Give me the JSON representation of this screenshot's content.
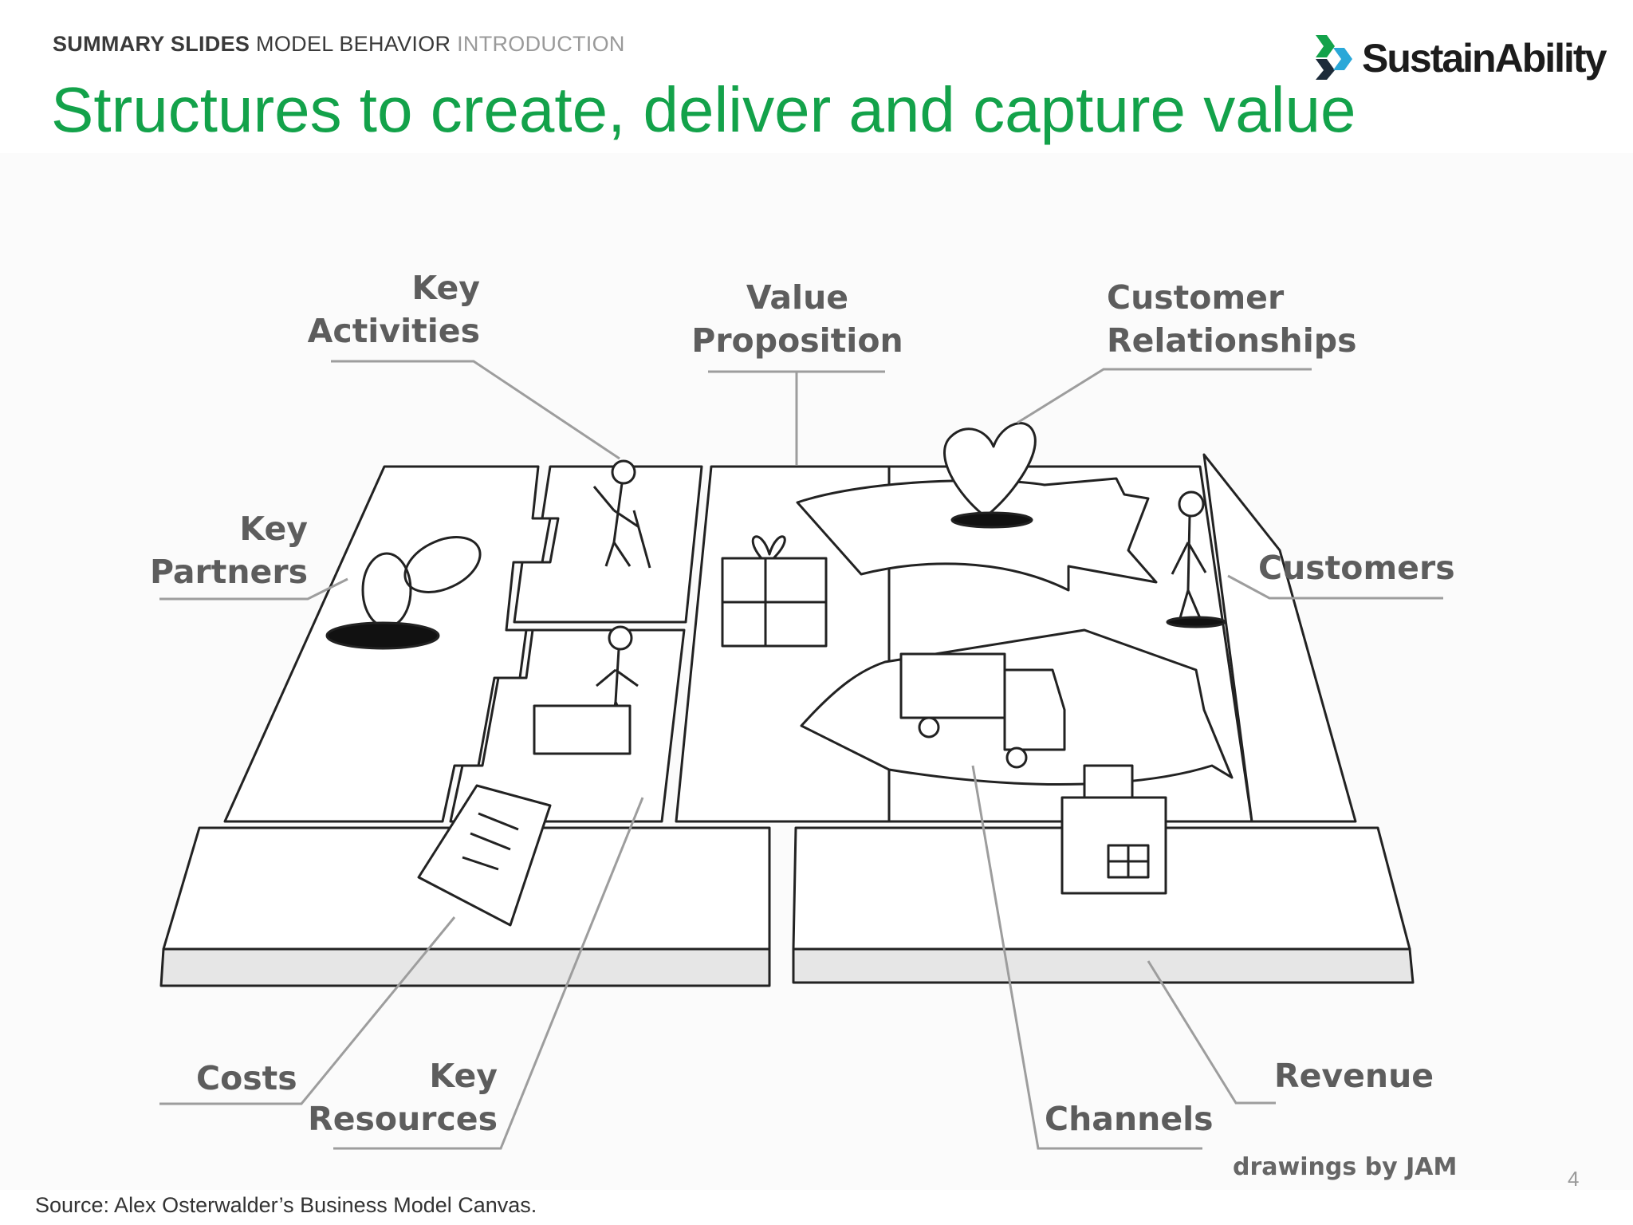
{
  "header": {
    "breadcrumb_bold": "SUMMARY SLIDES",
    "breadcrumb_mid": "MODEL BEHAVIOR",
    "breadcrumb_light": "INTRODUCTION",
    "title": "Structures to create, deliver and capture value",
    "logo_text": "SustainAbility",
    "logo_icon": "chevron-arrows-icon"
  },
  "diagram": {
    "labels": {
      "key_activities": [
        "Key",
        "Activities"
      ],
      "value_proposition": [
        "Value",
        "Proposition"
      ],
      "customer_relationships": [
        "Customer",
        "Relationships"
      ],
      "key_partners": [
        "Key",
        "Partners"
      ],
      "customers": "Customers",
      "costs": "Costs",
      "key_resources": [
        "Key",
        "Resources"
      ],
      "channels": "Channels",
      "revenue": "Revenue"
    },
    "credit": "drawings by JAM"
  },
  "footer": {
    "source": "Source: Alex Osterwalder’s Business Model Canvas.",
    "page_number": "4"
  },
  "colors": {
    "title_green": "#13a24a",
    "label_gray": "#5d5d5d",
    "line_gray": "#9d9d9d"
  }
}
